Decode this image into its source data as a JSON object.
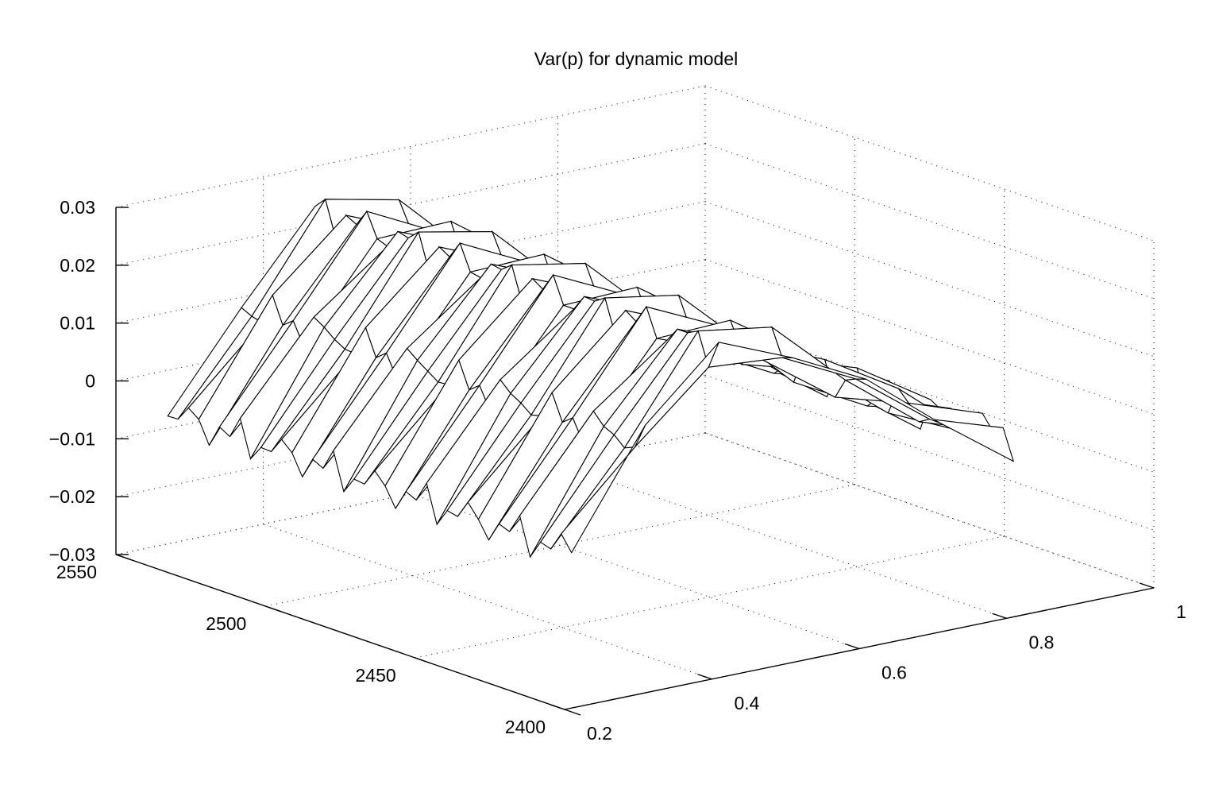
{
  "chart_data": {
    "type": "surface",
    "title": "Var(p) for dynamic model",
    "xlabel": "",
    "ylabel": "",
    "zlabel": "",
    "x_axis": {
      "lim": [
        0.2,
        1
      ],
      "ticks": [
        0.2,
        0.4,
        0.6,
        0.8,
        1
      ],
      "tick_labels": [
        "0.2",
        "0.4",
        "0.6",
        "0.8",
        "1"
      ]
    },
    "y_axis": {
      "lim": [
        2400,
        2550
      ],
      "ticks": [
        2400,
        2450,
        2500,
        2550
      ],
      "tick_labels": [
        "2400",
        "2450",
        "2500",
        "2550"
      ]
    },
    "z_axis": {
      "lim": [
        -0.03,
        0.03
      ],
      "ticks": [
        -0.03,
        -0.02,
        -0.01,
        0,
        0.01,
        0.02,
        0.03
      ],
      "tick_labels": [
        "−0.03",
        "−0.02",
        "−0.01",
        "0",
        "0.01",
        "0.02",
        "0.03"
      ]
    },
    "grid": true,
    "surface": {
      "x": [
        0.25,
        0.35,
        0.45,
        0.55,
        0.65,
        0.75,
        0.85
      ],
      "y_range": [
        2410,
        2545
      ],
      "y_count": 40,
      "ridge_levels": [
        -0.006,
        0.01,
        0.024,
        0.02,
        0.012,
        0.004,
        -0.002
      ],
      "oscillation_amplitude": 0.004
    }
  }
}
